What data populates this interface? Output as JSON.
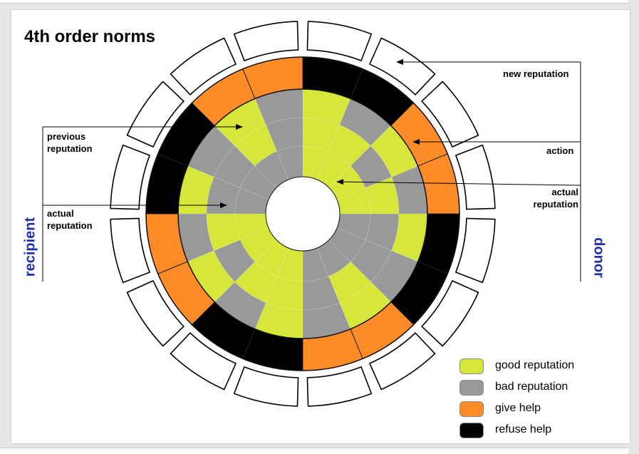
{
  "title": "4th order norms",
  "labels": {
    "new_reputation": "new reputation",
    "action": "action",
    "actual_reputation_right": [
      "actual",
      "reputation"
    ],
    "previous_reputation": [
      "previous",
      "reputation"
    ],
    "actual_reputation_left": [
      "actual",
      "reputation"
    ],
    "recipient": "recipient",
    "donor": "donor"
  },
  "legend": [
    {
      "label": "good reputation",
      "color": "#d6e63a"
    },
    {
      "label": "bad reputation",
      "color": "#999999"
    },
    {
      "label": "give help",
      "color": "#ff8c28"
    },
    {
      "label": "refuse help",
      "color": "#000000"
    }
  ],
  "diagram": {
    "sectors": 16,
    "inner_ring": [
      "G",
      "G",
      "G",
      "G",
      "B",
      "B",
      "B",
      "B",
      "G",
      "G",
      "G",
      "G",
      "B",
      "B",
      "B",
      "B"
    ],
    "middle_ring": [
      "G",
      "G",
      "B",
      "G",
      "B",
      "B",
      "G",
      "B",
      "G",
      "G",
      "B",
      "G",
      "B",
      "B",
      "G",
      "B"
    ],
    "outer_ring": [
      "G",
      "B",
      "G",
      "B",
      "G",
      "B",
      "G",
      "B",
      "G",
      "B",
      "G",
      "B",
      "G",
      "B",
      "G",
      "B"
    ],
    "action_ring": [
      "R",
      "R",
      "H",
      "H",
      "R",
      "R",
      "H",
      "H",
      "R",
      "R",
      "H",
      "H",
      "R",
      "R",
      "H",
      "H"
    ],
    "colors": {
      "G": "#d6e63a",
      "B": "#999999",
      "H": "#ff8c28",
      "R": "#000000"
    }
  }
}
